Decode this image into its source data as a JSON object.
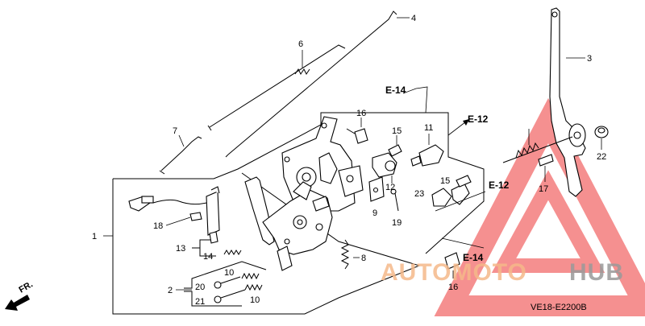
{
  "diagram": {
    "code": "VE18-E2200B",
    "direction_label": "FR.",
    "callouts": [
      "1",
      "2",
      "3",
      "4",
      "6",
      "7",
      "8",
      "9",
      "10",
      "10",
      "11",
      "12",
      "13",
      "14",
      "15",
      "15",
      "16",
      "16",
      "17",
      "18",
      "19",
      "20",
      "21",
      "22",
      "23"
    ],
    "refs": [
      "E-14",
      "E-12",
      "E-12",
      "E-14"
    ]
  },
  "watermark": {
    "word_a": "AUTOMOTO",
    "word_b": "HUB",
    "color_a": "#f5b98a",
    "color_b": "#9a9a9a",
    "triangle_color": "#f26b6b"
  }
}
